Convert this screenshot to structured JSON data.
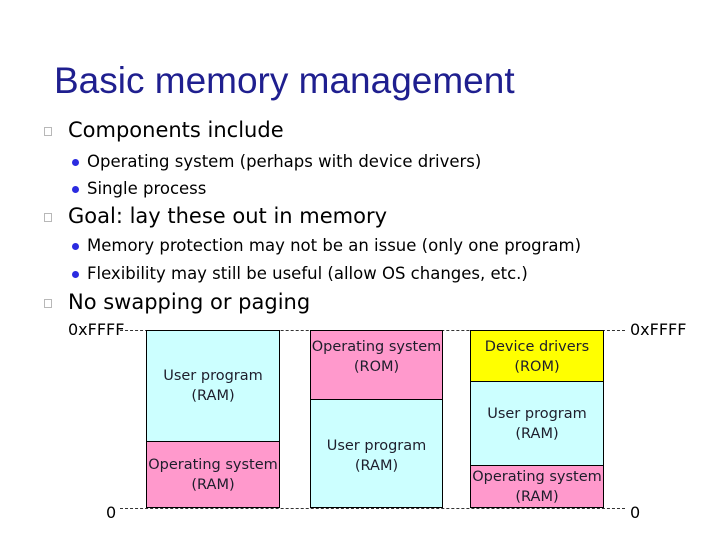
{
  "title": "Basic memory management",
  "bullets": [
    {
      "text": "Components include",
      "sub": [
        "Operating system (perhaps with device drivers)",
        "Single process"
      ]
    },
    {
      "text": "Goal: lay these out in memory",
      "sub": [
        "Memory protection may not be an issue (only one program)",
        "Flexibility may still be useful (allow OS changes, etc.)"
      ]
    },
    {
      "text": "No swapping or paging",
      "sub": []
    }
  ],
  "axis": {
    "left_top": "0xFFFF",
    "left_bottom": "0",
    "right_top": "0xFFFF",
    "right_bottom": "0"
  },
  "layouts": [
    {
      "segments": [
        {
          "label": "User program\n(RAM)",
          "color": "#ccffff"
        },
        {
          "label": "Operating system\n(RAM)",
          "color": "#ff99cc"
        }
      ]
    },
    {
      "segments": [
        {
          "label": "Operating system\n(ROM)",
          "color": "#ff99cc"
        },
        {
          "label": "User program\n(RAM)",
          "color": "#ccffff"
        }
      ]
    },
    {
      "segments": [
        {
          "label": "Device drivers\n(ROM)",
          "color": "#ffff00"
        },
        {
          "label": "User program\n(RAM)",
          "color": "#ccffff"
        },
        {
          "label": "Operating system\n(RAM)",
          "color": "#ff99cc"
        }
      ]
    }
  ],
  "colors": {
    "title": "#1f1f8f",
    "bullet_dot": "#2b2be0",
    "os": "#ff99cc",
    "user": "#ccffff",
    "drivers": "#ffff00"
  }
}
